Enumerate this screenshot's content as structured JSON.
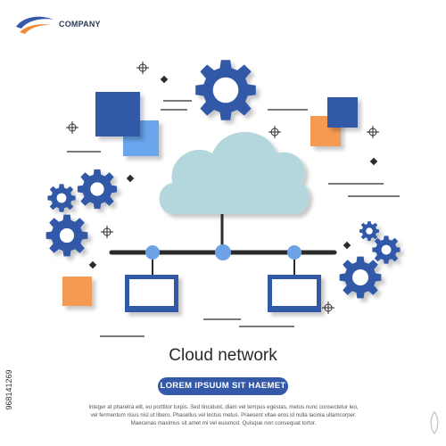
{
  "brand": {
    "company_name": "COMPANY",
    "logo_colors": {
      "blue": "#3359a8",
      "orange": "#f08a3c"
    }
  },
  "illustration": {
    "cloud_color": "#b4d6dd",
    "network_bar_color": "#2b2b2b",
    "node_color": "#6da3e6",
    "gear_color": "#3359a8",
    "square_colors": {
      "dark_blue": "#3359a8",
      "light_blue": "#6aa5ee",
      "orange": "#f59a52"
    },
    "icons": [
      "gear-icon",
      "cloud-icon",
      "monitor-icon",
      "crosshair-icon",
      "diamond-icon"
    ]
  },
  "content": {
    "title": "Cloud network",
    "button_label": "LOREM IPSUUM SIT HAEMET",
    "body_lines": [
      "Integer at pharetra elit, eu porttitor turpis. Sed tincidunt, diam vel tempus egestas, metus nunc consectetur leo,",
      "vel fermentum risus nisl ut libero. Phasellus vel lectus metus. Praesent vitae eros id nulla lacinia ullamcorper.",
      "Maecenas maximus sit amet mi vel euismod. Quisque non consequat tortor."
    ]
  },
  "stock_id": "968141269"
}
